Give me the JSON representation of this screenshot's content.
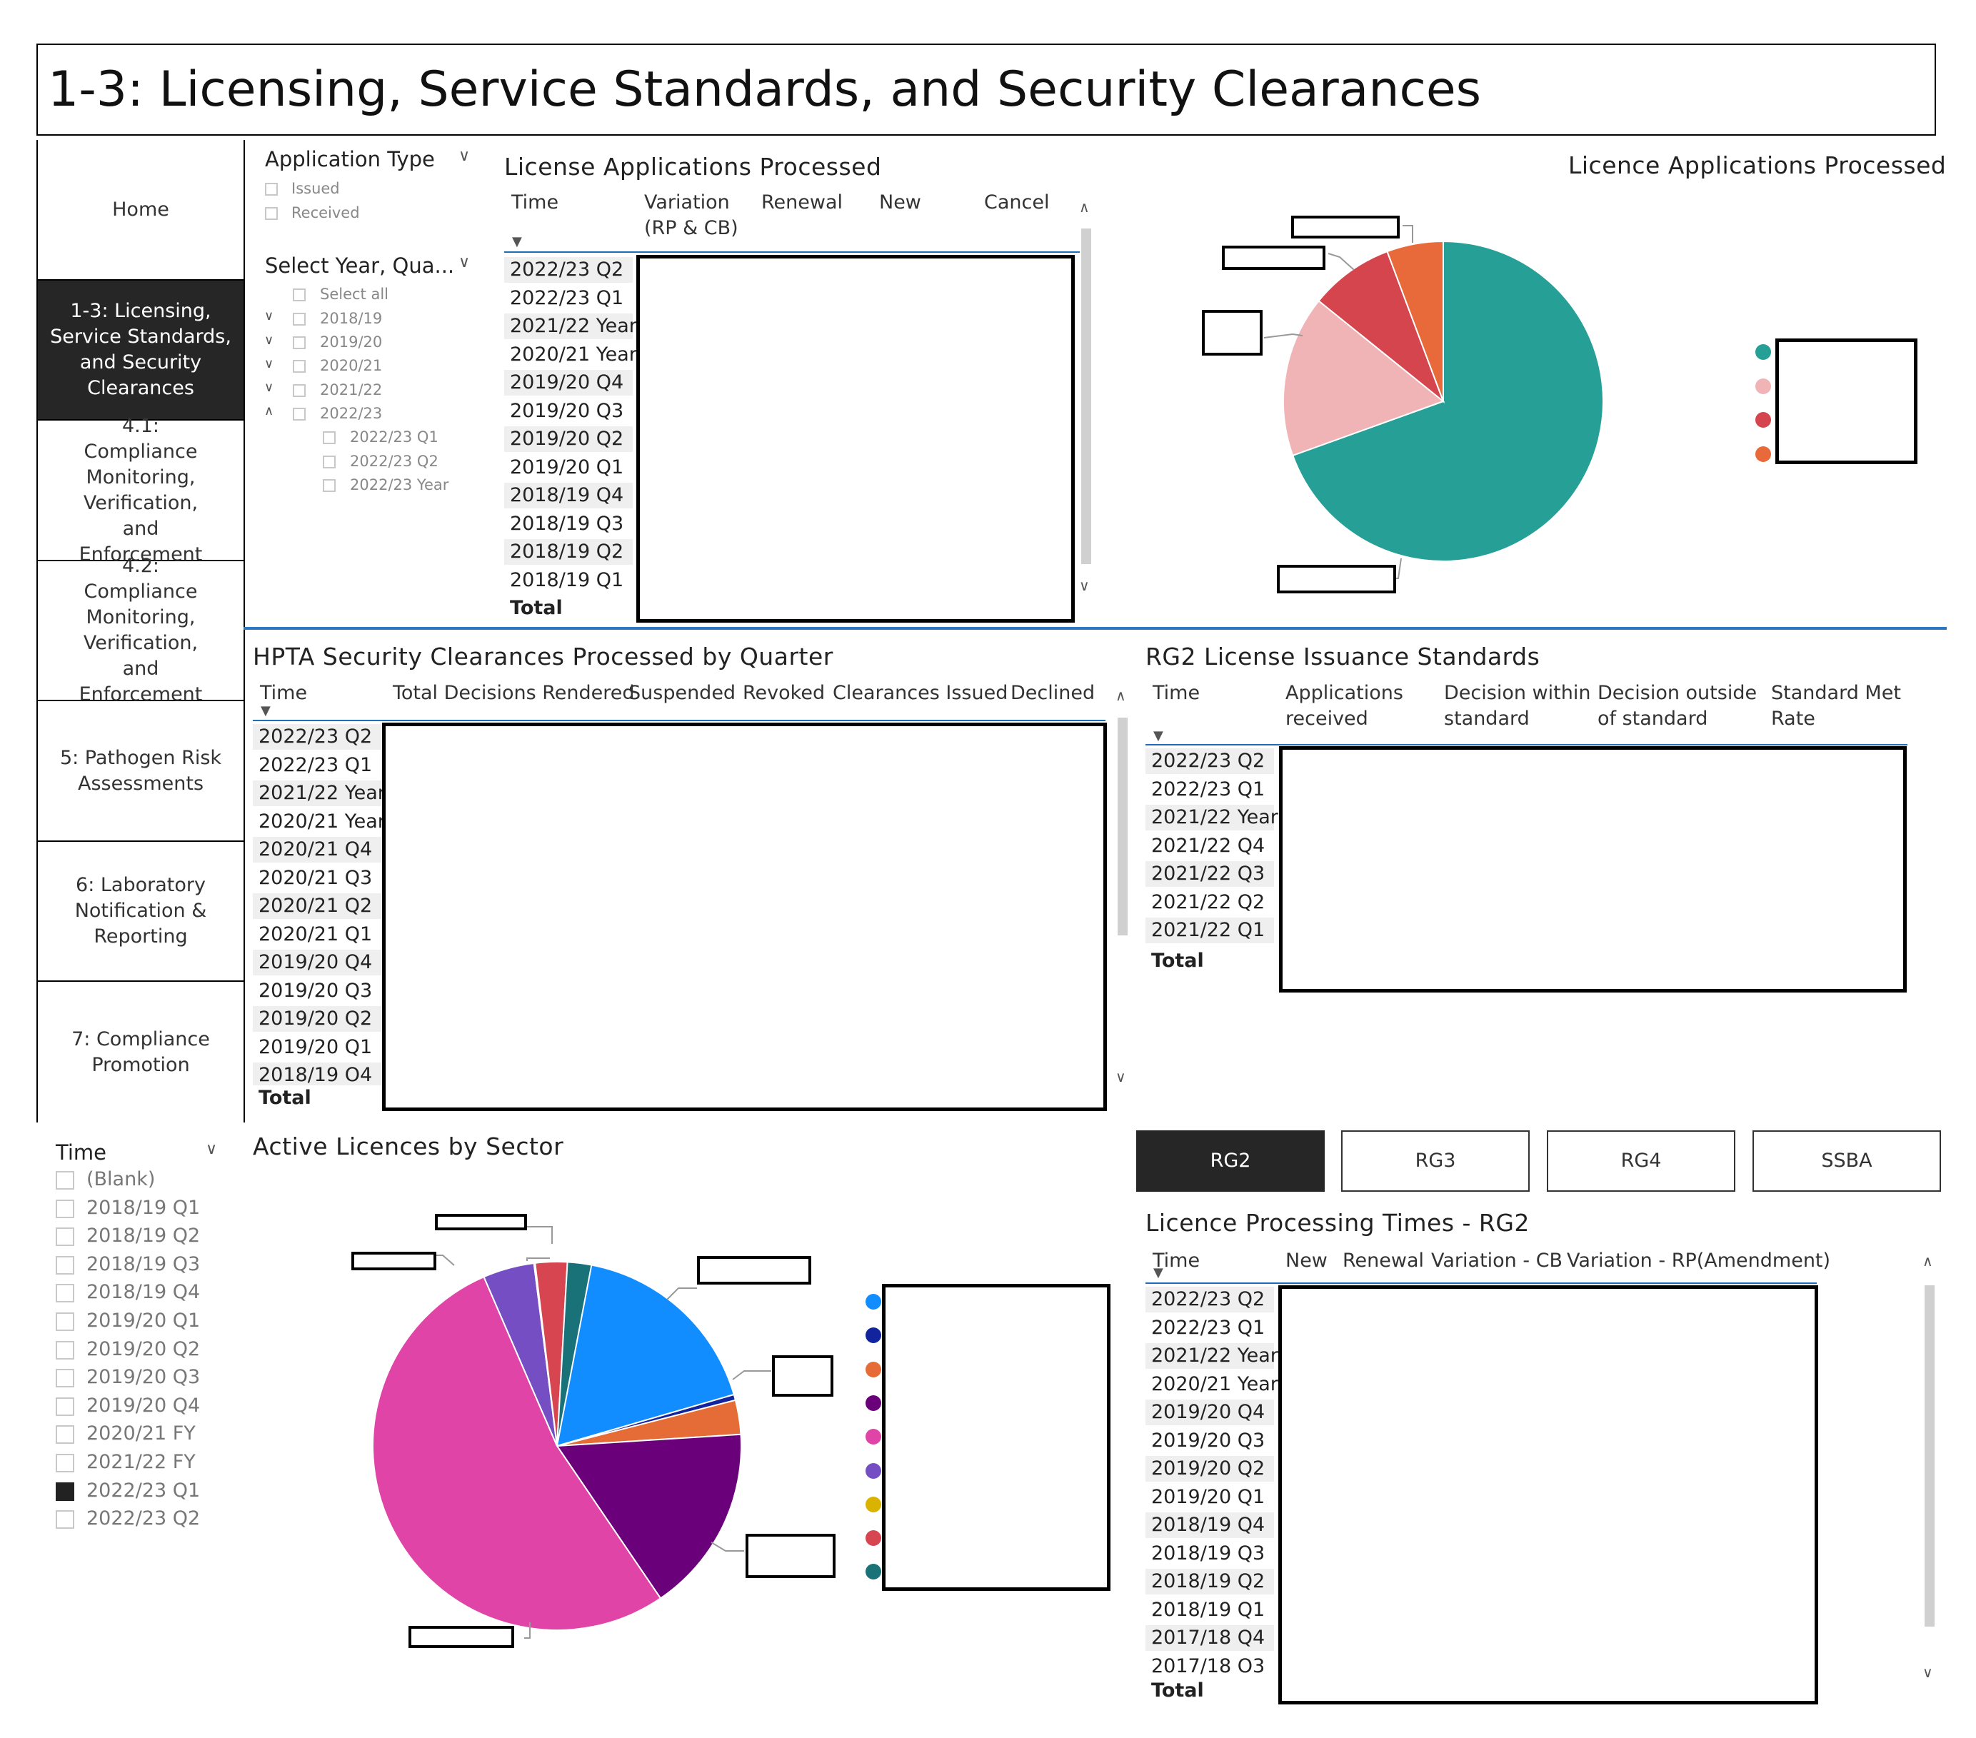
{
  "page": {
    "title": "1-3: Licensing, Service Standards, and Security Clearances"
  },
  "nav": {
    "items": [
      {
        "label": "Home",
        "active": false
      },
      {
        "label": "1-3: Licensing, Service Standards, and Security Clearances",
        "active": true
      },
      {
        "label": "4.1: Compliance Monitoring, Verification, and Enforcement",
        "active": false
      },
      {
        "label": "4.2: Compliance Monitoring, Verification, and Enforcement",
        "active": false
      },
      {
        "label": "5: Pathogen Risk Assessments",
        "active": false
      },
      {
        "label": "6: Laboratory Notification & Reporting",
        "active": false
      },
      {
        "label": "7: Compliance Promotion",
        "active": false
      }
    ]
  },
  "app_type_slicer": {
    "title": "Application Type",
    "options": [
      "Issued",
      "Received"
    ]
  },
  "year_slicer": {
    "title": "Select Year, Qua...",
    "options": [
      "Select all",
      "2018/19",
      "2019/20",
      "2020/21",
      "2021/22",
      "2022/23"
    ],
    "sub_options": [
      "2022/23 Q1",
      "2022/23 Q2",
      "2022/23 Year"
    ]
  },
  "license_table": {
    "title": "License Applications Processed",
    "headers": [
      "Time",
      "Variation\n(RP & CB)",
      "Renewal",
      "New",
      "Cancel"
    ],
    "rows": [
      "2022/23 Q2",
      "2022/23 Q1",
      "2021/22 Year",
      "2020/21 Year",
      "2019/20 Q4",
      "2019/20 Q3",
      "2019/20 Q2",
      "2019/20 Q1",
      "2018/19 Q4",
      "2018/19 Q3",
      "2018/19 Q2",
      "2018/19 Q1"
    ],
    "total_label": "Total"
  },
  "licence_pie": {
    "title": "Licence Applications Processed",
    "colors": [
      "#26a096",
      "#f0b4b6",
      "#d5454e",
      "#e8693a"
    ]
  },
  "security_table": {
    "title": "HPTA Security Clearances Processed by Quarter",
    "headers": [
      "Time",
      "Total Decisions Rendered",
      "Suspended",
      "Revoked",
      "Clearances Issued",
      "Declined"
    ],
    "rows": [
      "2022/23 Q2",
      "2022/23 Q1",
      "2021/22 Year",
      "2020/21 Year",
      "2020/21 Q4",
      "2020/21 Q3",
      "2020/21 Q2",
      "2020/21 Q1",
      "2019/20 Q4",
      "2019/20 Q3",
      "2019/20 Q2",
      "2019/20 Q1",
      "2018/19 O4"
    ],
    "total_label": "Total"
  },
  "rg2_table": {
    "title": "RG2 License Issuance Standards",
    "headers": [
      "Time",
      "Applications\nreceived",
      "Decision within\nstandard",
      "Decision outside\nof standard",
      "Standard Met\nRate"
    ],
    "rows": [
      "2022/23 Q2",
      "2022/23 Q1",
      "2021/22 Year",
      "2021/22 Q4",
      "2021/22 Q3",
      "2021/22 Q2",
      "2021/22 Q1"
    ],
    "total_label": "Total"
  },
  "time_slicer": {
    "title": "Time",
    "options": [
      "(Blank)",
      "2018/19 Q1",
      "2018/19 Q2",
      "2018/19 Q3",
      "2018/19 Q4",
      "2019/20 Q1",
      "2019/20 Q2",
      "2019/20 Q3",
      "2019/20 Q4",
      "2020/21 FY",
      "2021/22 FY",
      "2022/23 Q1",
      "2022/23 Q2"
    ],
    "selected": "2022/23 Q1"
  },
  "sector_pie": {
    "title": "Active Licences by Sector",
    "colors": [
      "#118dff",
      "#12239e",
      "#e66c37",
      "#6b007b",
      "#e044a7",
      "#744ec2",
      "#d9b300",
      "#d64550",
      "#197278"
    ]
  },
  "rg_tabs": {
    "labels": [
      "RG2",
      "RG3",
      "RG4",
      "SSBA"
    ],
    "active": "RG2"
  },
  "processing_table": {
    "title": "Licence Processing Times - RG2",
    "headers": [
      "Time",
      "New",
      "Renewal",
      "Variation - CB",
      "Variation - RP(Amendment)"
    ],
    "rows": [
      "2022/23 Q2",
      "2022/23 Q1",
      "2021/22 Year",
      "2020/21 Year",
      "2019/20 Q4",
      "2019/20 Q3",
      "2019/20 Q2",
      "2019/20 Q1",
      "2018/19 Q4",
      "2018/19 Q3",
      "2018/19 Q2",
      "2018/19 Q1",
      "2017/18 Q4",
      "2017/18 O3"
    ],
    "total_label": "Total"
  }
}
